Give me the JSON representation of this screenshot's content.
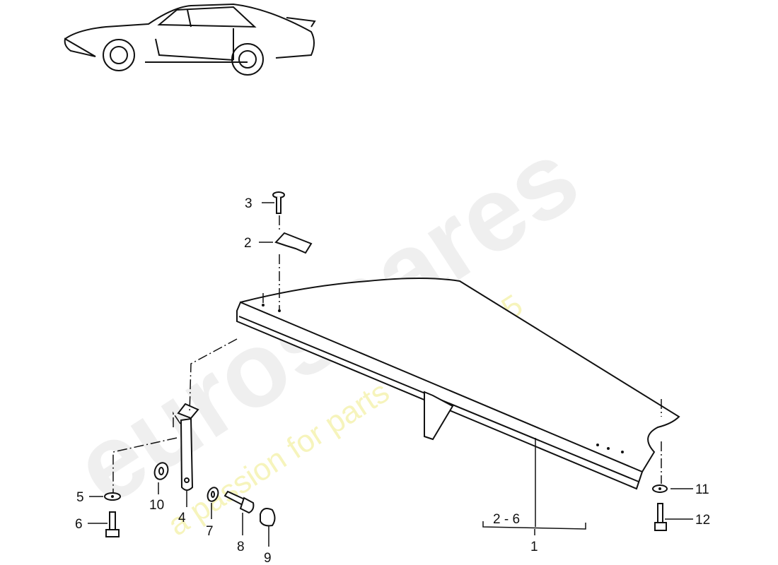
{
  "watermark": {
    "brand": "eurospares",
    "tagline": "a passion for parts since 1985"
  },
  "callouts": {
    "p1": "1",
    "p2": "2",
    "p3": "3",
    "p4": "4",
    "p5": "5",
    "p6": "6",
    "p7": "7",
    "p8": "8",
    "p9": "9",
    "p10": "10",
    "p11": "11",
    "p12": "12",
    "range": "2 - 6"
  }
}
